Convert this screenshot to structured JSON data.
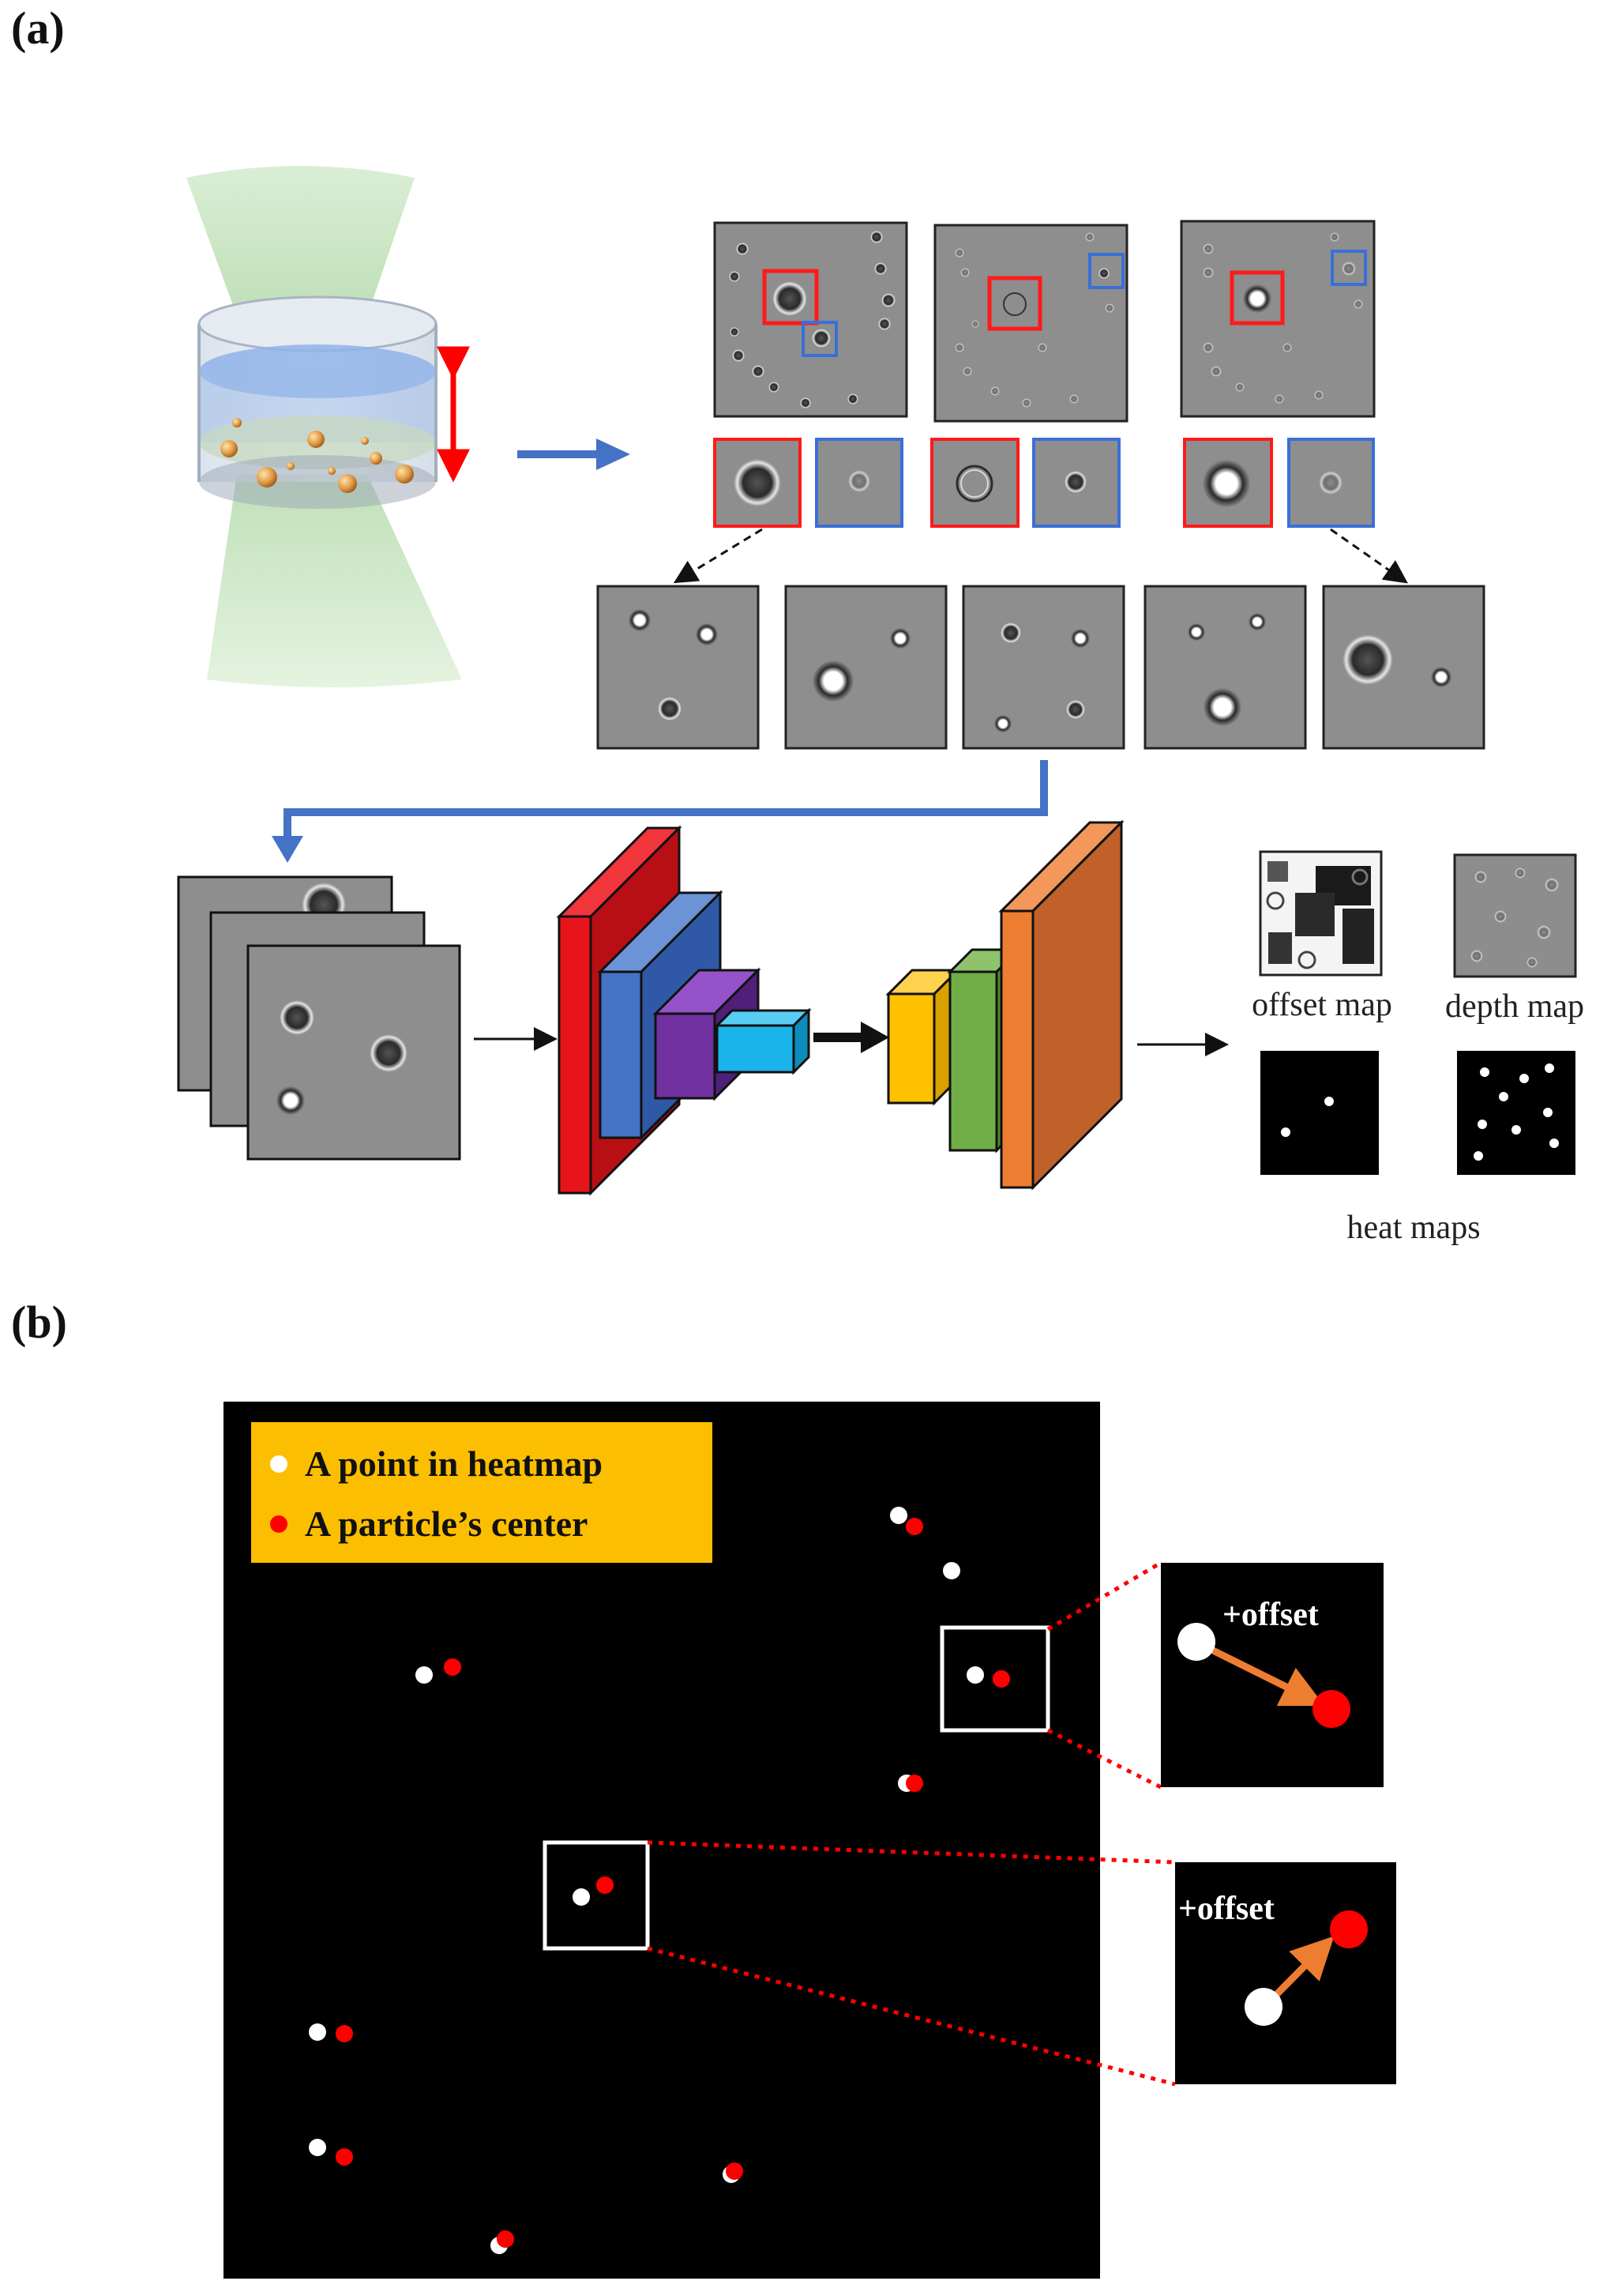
{
  "labels": {
    "panel_a": "(a)",
    "panel_b": "(b)",
    "offset_map": "offset map",
    "depth_map": "depth map",
    "heat_maps": "heat maps"
  },
  "legend": {
    "point_in_heatmap": "A point in heatmap",
    "particle_center": "A particle’s center"
  },
  "zoom": {
    "offset_label_1": "+offset",
    "offset_label_2": "+offset"
  },
  "colors": {
    "arrow_blue": "#4472c4",
    "red": "#ff0000",
    "legend_bg": "#fcbe00",
    "offset_arrow": "#ed7d31",
    "cnn_red": "#e8141c",
    "cnn_blue": "#4472c4",
    "cnn_purple": "#7030a0",
    "cnn_cyan": "#1ab4ea",
    "cnn_yellow": "#ffc000",
    "cnn_green": "#70ad47",
    "cnn_orange": "#ed7d31"
  },
  "icons": [
    "laser-beam-icon",
    "sample-chamber-icon",
    "particle-icon",
    "cnn-layer-icon",
    "arrow-icon"
  ]
}
